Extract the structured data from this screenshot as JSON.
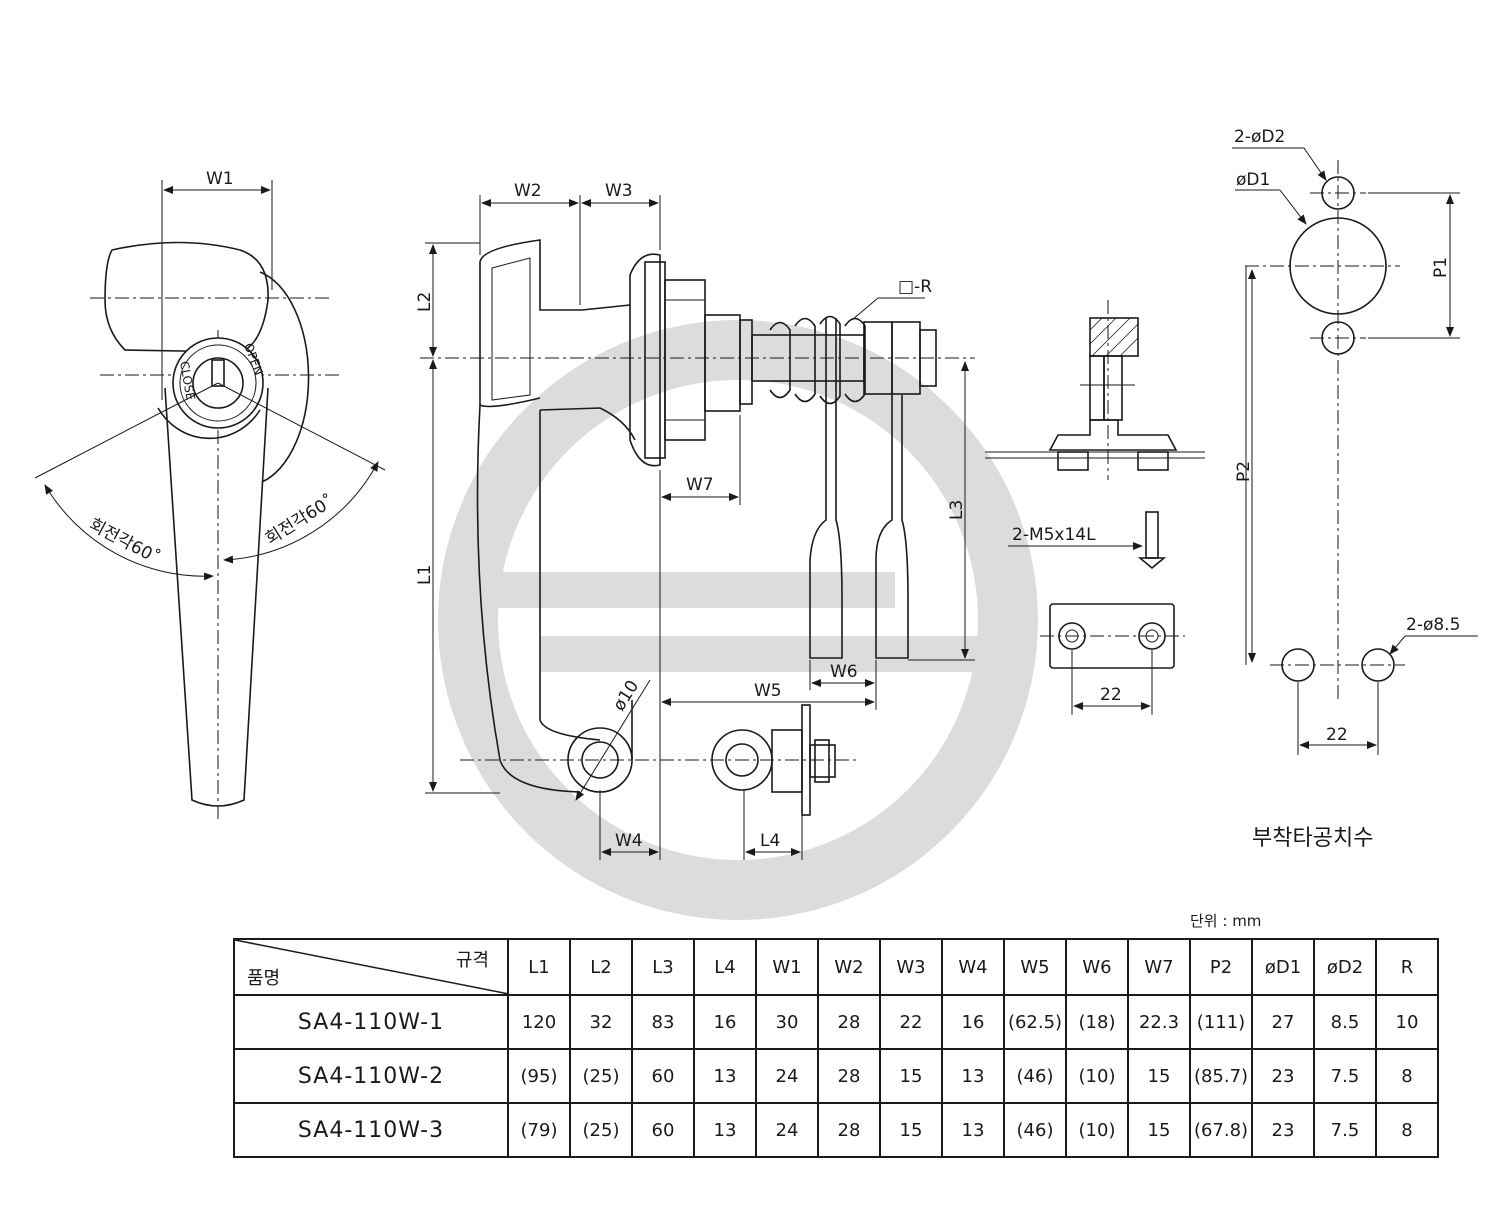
{
  "watermark": {
    "color": "#dcdcdc"
  },
  "drawing_labels": {
    "w1": "W1",
    "w2": "W2",
    "w3": "W3",
    "w4": "W4",
    "w5": "W5",
    "w6": "W6",
    "w7": "W7",
    "l1": "L1",
    "l2": "L2",
    "l3": "L3",
    "l4": "L4",
    "phi10": "ø10",
    "square_r": "□-R",
    "rotation_left": "회전각60˚",
    "rotation_right": "회전각60˚",
    "lock_close": "CLOSE",
    "lock_open": "OPEN",
    "screw": "2-M5x14L",
    "dim_22_a": "22",
    "dim_22_b": "22",
    "hole_d2": "2-øD2",
    "hole_d1": "øD1",
    "p1": "P1",
    "p2": "P2",
    "hole_85": "2-ø8.5",
    "cutout_title": "부착타공치수"
  },
  "unit_note": "단위 : mm",
  "table": {
    "header_spec": "규격",
    "header_name": "품명",
    "columns": [
      "L1",
      "L2",
      "L3",
      "L4",
      "W1",
      "W2",
      "W3",
      "W4",
      "W5",
      "W6",
      "W7",
      "P2",
      "øD1",
      "øD2",
      "R"
    ],
    "rows": [
      {
        "name": "SA4-110W-1",
        "values": [
          "120",
          "32",
          "83",
          "16",
          "30",
          "28",
          "22",
          "16",
          "(62.5)",
          "(18)",
          "22.3",
          "(111)",
          "27",
          "8.5",
          "10"
        ]
      },
      {
        "name": "SA4-110W-2",
        "values": [
          "(95)",
          "(25)",
          "60",
          "13",
          "24",
          "28",
          "15",
          "13",
          "(46)",
          "(10)",
          "15",
          "(85.7)",
          "23",
          "7.5",
          "8"
        ]
      },
      {
        "name": "SA4-110W-3",
        "values": [
          "(79)",
          "(25)",
          "60",
          "13",
          "24",
          "28",
          "15",
          "13",
          "(46)",
          "(10)",
          "15",
          "(67.8)",
          "23",
          "7.5",
          "8"
        ]
      }
    ]
  }
}
